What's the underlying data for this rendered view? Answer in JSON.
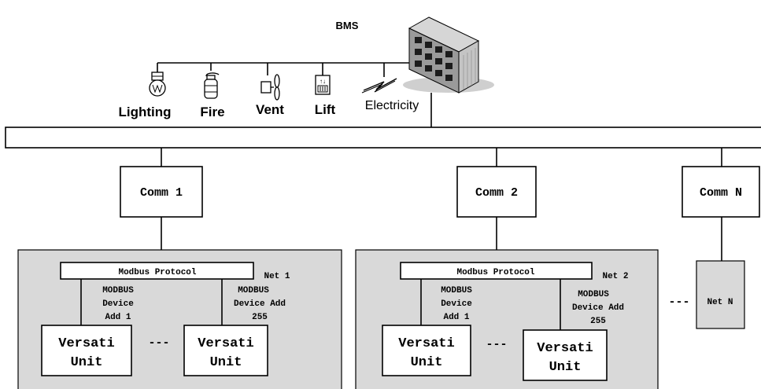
{
  "bms": {
    "title": "BMS"
  },
  "subsystems": [
    {
      "label": "Lighting",
      "icon": "light-bulb-icon"
    },
    {
      "label": "Fire",
      "icon": "fire-extinguisher-icon"
    },
    {
      "label": "Vent",
      "icon": "fan-icon"
    },
    {
      "label": "Lift",
      "icon": "lift-icon"
    },
    {
      "label": "Electricity",
      "icon": "lightning-icon"
    }
  ],
  "comms": [
    {
      "label": "Comm 1"
    },
    {
      "label": "Comm 2"
    },
    {
      "label": "Comm N"
    }
  ],
  "nets": [
    {
      "protocol": "Modbus Protocol",
      "net_label": "Net 1",
      "addr_first": [
        "MODBUS",
        "Device",
        "Add 1"
      ],
      "addr_last": [
        "MODBUS",
        "Device Add",
        "255"
      ],
      "unit_line1": "Versati",
      "unit_line2": "Unit",
      "ellipsis": "---"
    },
    {
      "protocol": "Modbus Protocol",
      "net_label": "Net 2",
      "addr_first": [
        "MODBUS",
        "Device",
        "Add 1"
      ],
      "addr_last": [
        "MODBUS",
        "Device Add",
        "255"
      ],
      "unit_line1": "Versati",
      "unit_line2": "Unit",
      "ellipsis": "---"
    }
  ],
  "net_n": {
    "label": "Net N",
    "ellipsis": "---"
  }
}
